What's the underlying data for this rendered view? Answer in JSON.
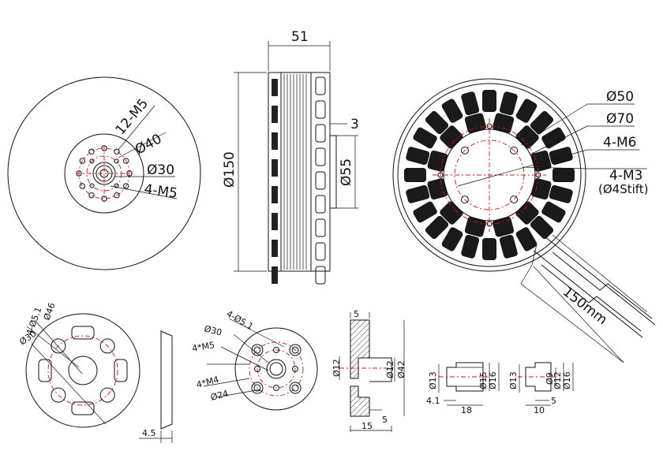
{
  "colors": {
    "line": "#111111",
    "center_line": "#d01818",
    "background": "#ffffff"
  },
  "motor": {
    "front_view": {
      "holes_label": "12-M5",
      "pcd_label": "Ø40",
      "bore_label": "Ø30",
      "inner_holes_label": "4-M5"
    },
    "side_view": {
      "width_label": "51",
      "height_label": "Ø150",
      "gap_label": "3",
      "hub_label": "Ø55"
    },
    "rear_view": {
      "d1_label": "Ø50",
      "d2_label": "Ø70",
      "holes1_label": "4-M6",
      "holes2_label": "4-M3",
      "holes2_note": "(Ø4Stift)",
      "cable_label": "150mm"
    }
  },
  "accessories": {
    "plate": {
      "outer_label": "Ø46",
      "holes_label": "4-Ø5.1",
      "pcd_label": "Ø30"
    },
    "plate_side": {
      "thickness_label": "4.5"
    },
    "adapter": {
      "holes_label": "4-Ø5.1",
      "pcd_label": "Ø30",
      "m5_label": "4*M5",
      "m4_label": "4*M4",
      "inner_label": "Ø24"
    },
    "hub_section": {
      "top_label": "5",
      "bore_label": "Ø12",
      "shaft_label": "Ø12",
      "outer_label": "Ø42",
      "step_label": "5",
      "length_label": "15"
    },
    "sleeve_long": {
      "d1_label": "Ø13",
      "d2_label": "Ø15",
      "d3_label": "Ø16",
      "flange_label": "4.1",
      "length_label": "18"
    },
    "sleeve_short": {
      "d1_label": "Ø13",
      "d2_label": "Ø9",
      "d3_label": "Ø12",
      "d4_label": "Ø16",
      "flange_label": "5",
      "length_label": "10"
    }
  }
}
